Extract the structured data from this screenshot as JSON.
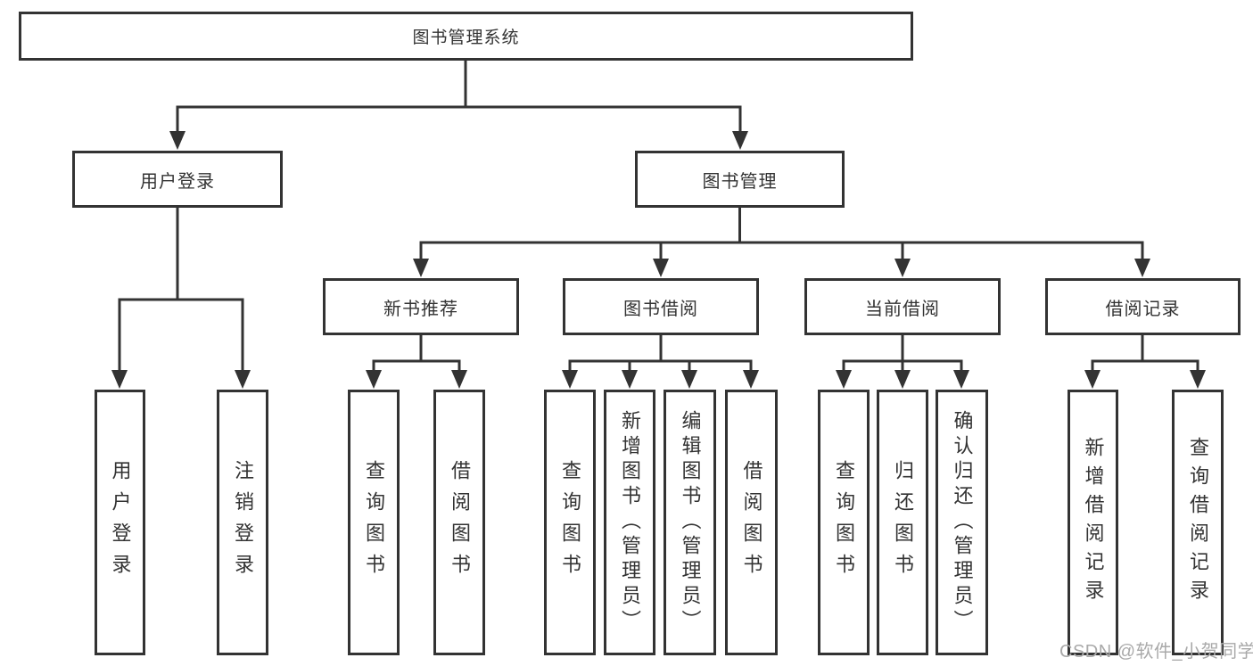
{
  "nodes": {
    "root": {
      "label": "图书管理系统"
    },
    "user_login": {
      "label": "用户登录"
    },
    "book_management": {
      "label": "图书管理"
    },
    "new_book_recommend": {
      "label": "新书推荐"
    },
    "book_borrow": {
      "label": "图书借阅"
    },
    "current_borrow": {
      "label": "当前借阅"
    },
    "borrow_records": {
      "label": "借阅记录"
    },
    "leaf_user_login": {
      "label": "用户登录"
    },
    "leaf_logout": {
      "label": "注销登录"
    },
    "leaf_recommend_query_book": {
      "label": "查询图书"
    },
    "leaf_recommend_borrow_book": {
      "label": "借阅图书"
    },
    "leaf_borrow_query_book": {
      "label": "查询图书"
    },
    "leaf_borrow_add_book": {
      "label": "新增图书（管理员）"
    },
    "leaf_borrow_edit_book": {
      "label": "编辑图书（管理员）"
    },
    "leaf_borrow_borrow_book": {
      "label": "借阅图书"
    },
    "leaf_current_query_book": {
      "label": "查询图书"
    },
    "leaf_current_return_book": {
      "label": "归还图书"
    },
    "leaf_current_confirm_return": {
      "label": "确认归还（管理员）"
    },
    "leaf_records_add_record": {
      "label": "新增借阅记录"
    },
    "leaf_records_query_record": {
      "label": "查询借阅记录"
    }
  },
  "hierarchy": {
    "图书管理系统": {
      "用户登录": [
        "用户登录",
        "注销登录"
      ],
      "图书管理": {
        "新书推荐": [
          "查询图书",
          "借阅图书"
        ],
        "图书借阅": [
          "查询图书",
          "新增图书（管理员）",
          "编辑图书（管理员）",
          "借阅图书"
        ],
        "当前借阅": [
          "查询图书",
          "归还图书",
          "确认归还（管理员）"
        ],
        "借阅记录": [
          "新增借阅记录",
          "查询借阅记录"
        ]
      }
    }
  },
  "watermark": {
    "text": "CSDN @软件_小贺同学",
    "color": "#a9a9a9"
  },
  "colors": {
    "line": "#333333",
    "box_border": "#333333",
    "text": "#333333",
    "background": "#ffffff"
  }
}
